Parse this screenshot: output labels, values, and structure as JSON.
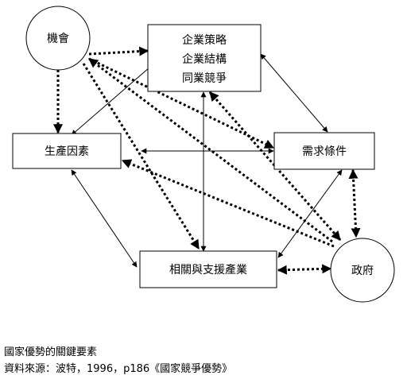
{
  "nodes": {
    "chance": "機會",
    "strategy": [
      "企業策略",
      "企業結構",
      "同業競爭"
    ],
    "factor": "生產因素",
    "demand": "需求條件",
    "related": "相關與支援產業",
    "government": "政府"
  },
  "caption": {
    "title": "國家優勢的關鍵要素",
    "source": "資料來源：波特，1996，p186《國家競爭優勢》"
  }
}
